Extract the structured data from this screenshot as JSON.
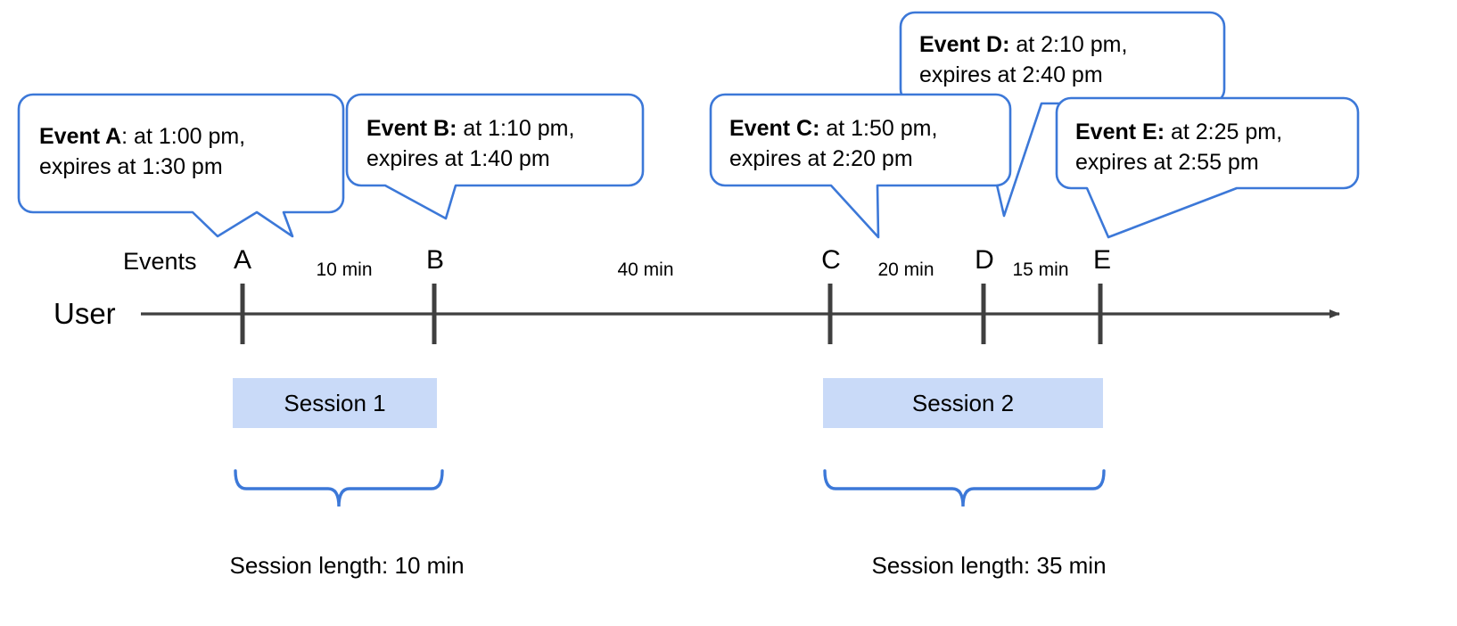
{
  "diagram": {
    "title_row_label": "Events",
    "actor_label": "User",
    "accent_color": "#3c78d8",
    "session_fill_color": "#c9daf8",
    "axis_color": "#3f3f3f",
    "callouts": [
      {
        "id": "A",
        "bold": "Event A",
        "rest": ": at 1:00 pm,",
        "line2": "expires at 1:30 pm"
      },
      {
        "id": "B",
        "bold": "Event B:",
        "rest": " at 1:10 pm,",
        "line2": "expires at 1:40 pm"
      },
      {
        "id": "C",
        "bold": "Event C:",
        "rest": " at 1:50 pm,",
        "line2": "expires at 2:20 pm"
      },
      {
        "id": "D",
        "bold": "Event D:",
        "rest": " at 2:10 pm,",
        "line2": "expires at 2:40 pm"
      },
      {
        "id": "E",
        "bold": "Event E:",
        "rest": " at 2:25 pm,",
        "line2": "expires at 2:55 pm"
      }
    ],
    "events": [
      {
        "letter": "A",
        "time": "1:00 pm",
        "expires": "1:30 pm"
      },
      {
        "letter": "B",
        "time": "1:10 pm",
        "expires": "1:40 pm"
      },
      {
        "letter": "C",
        "time": "1:50 pm",
        "expires": "2:20 pm"
      },
      {
        "letter": "D",
        "time": "2:10 pm",
        "expires": "2:40 pm"
      },
      {
        "letter": "E",
        "time": "2:25 pm",
        "expires": "2:55 pm"
      }
    ],
    "gaps": [
      {
        "label": "10 min",
        "from": "A",
        "to": "B"
      },
      {
        "label": "40 min",
        "from": "B",
        "to": "C"
      },
      {
        "label": "20 min",
        "from": "C",
        "to": "D"
      },
      {
        "label": "15 min",
        "from": "D",
        "to": "E"
      }
    ],
    "sessions": [
      {
        "label": "Session 1",
        "length_label": "Session length: 10 min"
      },
      {
        "label": "Session 2",
        "length_label": "Session length: 35 min"
      }
    ]
  }
}
